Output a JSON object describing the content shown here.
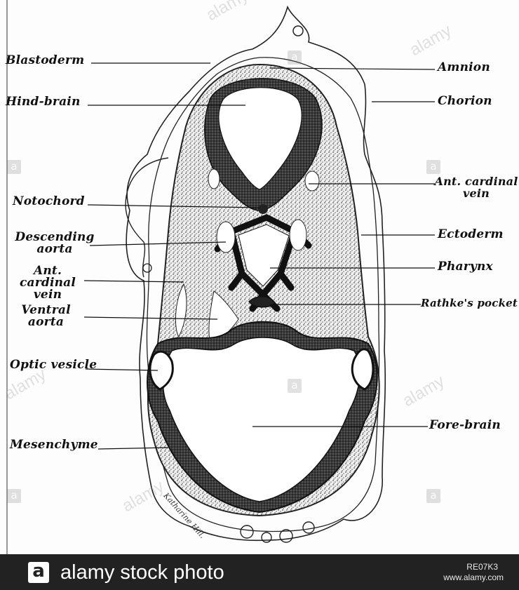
{
  "labels": {
    "blastoderm": "Blastoderm",
    "hind_brain": "Hind-brain",
    "notochord": "Notochord",
    "descending_aorta_1": "Descending",
    "descending_aorta_2": "aorta",
    "ant_cardinal_left_1": "Ant. cardinal",
    "ant_cardinal_left_2": "vein",
    "ventral_aorta_1": "Ventral",
    "ventral_aorta_2": "aorta",
    "optic_vesicle": "Optic vesicle",
    "mesenchyme": "Mesenchyme",
    "amnion": "Amnion",
    "chorion": "Chorion",
    "ant_cardinal_right_1": "Ant. cardinal",
    "ant_cardinal_right_2": "vein",
    "ectoderm": "Ectoderm",
    "pharynx": "Pharynx",
    "rathkes_pocket": "Rathke's pocket",
    "fore_brain": "Fore-brain"
  },
  "signature": "Katharine Hill.",
  "watermark": {
    "box_glyph": "a",
    "diagonal_text": "alamy"
  },
  "footer": {
    "logo_glyph": "a",
    "brand_text": "alamy stock photo",
    "image_id": "RE07K3",
    "url": "www.alamy.com"
  },
  "colors": {
    "footer_bg": "#222222",
    "tissue_dark": "#2b2b2b",
    "tissue_stipple": "#555555"
  }
}
